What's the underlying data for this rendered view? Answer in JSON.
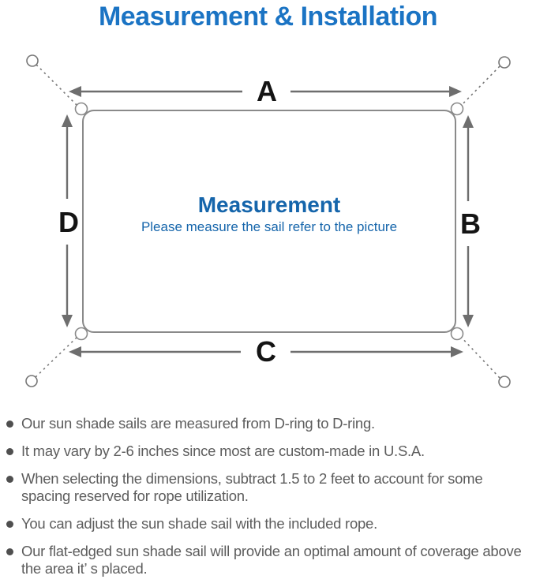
{
  "title": "Measurement & Installation",
  "diagram": {
    "labels": {
      "top": "A",
      "right": "B",
      "bottom": "C",
      "left": "D"
    },
    "center_title": "Measurement",
    "center_subtitle": "Please measure the sail refer to the picture"
  },
  "notes": [
    "Our sun shade sails are measured from D-ring to D-ring.",
    "It may vary by 2-6 inches since most are custom-made in U.S.A.",
    "When selecting the dimensions, subtract 1.5 to 2 feet to account for some spacing reserved for rope utilization.",
    "You can adjust the sun shade sail with the included rope.",
    "Our flat-edged sun shade sail will provide an optimal amount of coverage above the area it’ s placed."
  ],
  "colors": {
    "title_blue": "#1b74c4",
    "center_blue": "#1565ab",
    "line_gray": "#8a8a8a",
    "arrow_gray": "#6e6e6e",
    "note_text_gray": "#5d5d5d"
  }
}
